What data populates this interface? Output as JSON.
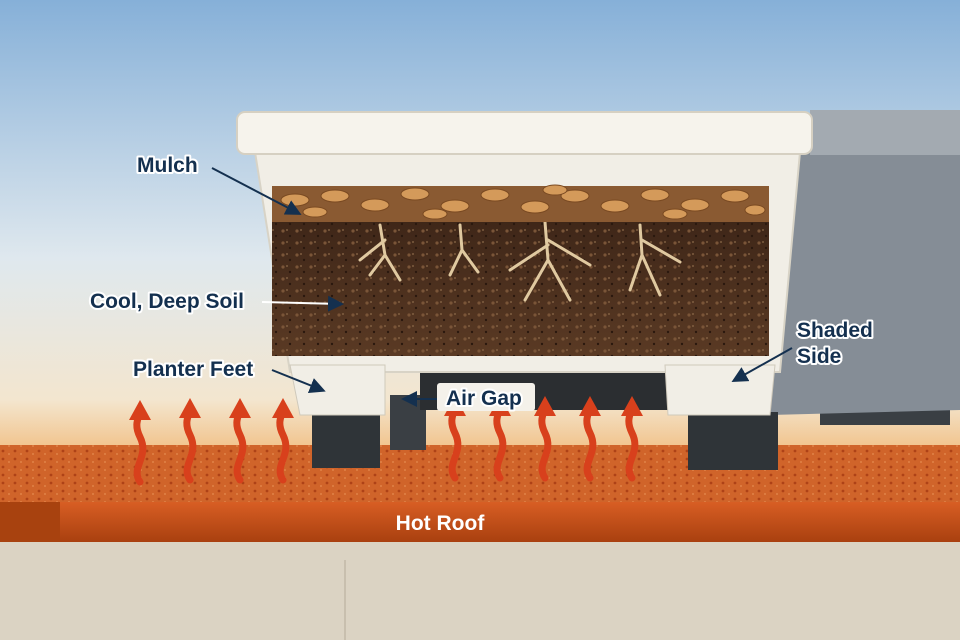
{
  "labels": {
    "mulch": "Mulch",
    "soil": "Cool, Deep Soil",
    "feet": "Planter Feet",
    "air_gap": "Air Gap",
    "shaded_side_line1": "Shaded",
    "shaded_side_line2": "Side",
    "roof": "Hot Roof"
  },
  "colors": {
    "label_text": "#14304f",
    "heat_arrow": "#d8401c",
    "roof": "#c44c1c",
    "soil": "#4a2e1e",
    "mulch": "#c88a4a"
  }
}
